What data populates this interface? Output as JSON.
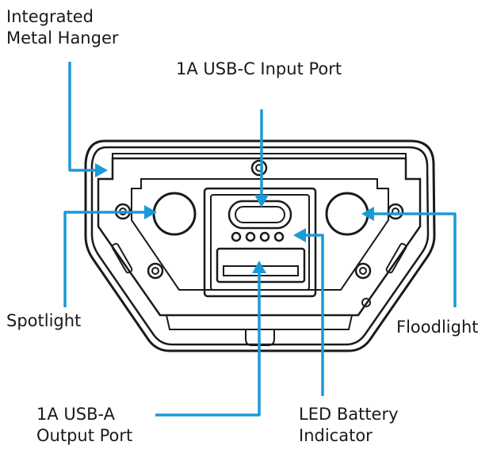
{
  "labels": {
    "hanger_line1": "Integrated",
    "hanger_line2": "Metal Hanger",
    "usbc": "1A USB-C Input Port",
    "spotlight": "Spotlight",
    "floodlight": "Floodlight",
    "usba_line1": "1A USB-A",
    "usba_line2": "Output Port",
    "led_line1": "LED Battery",
    "led_line2": "Indicator"
  },
  "colors": {
    "leader": "#1a9ad6",
    "outline": "#1a1a1a"
  }
}
